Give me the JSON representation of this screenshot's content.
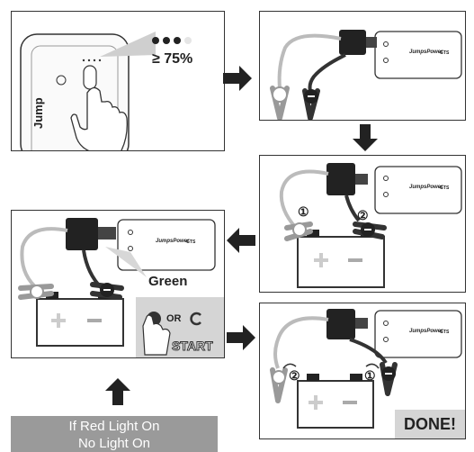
{
  "step1": {
    "level_text": "≥ 75%",
    "brand_side_text": "Jump"
  },
  "device_label": {
    "brand": "JumpsPower",
    "model": "GTS"
  },
  "step4": {
    "green_text": "Green",
    "or_text": "OR",
    "start_text": "START"
  },
  "step5": {
    "done_text": "DONE!"
  },
  "note": {
    "line1": "If Red Light On",
    "line2": "No Light On"
  },
  "markers": {
    "one": "①",
    "two": "②"
  }
}
